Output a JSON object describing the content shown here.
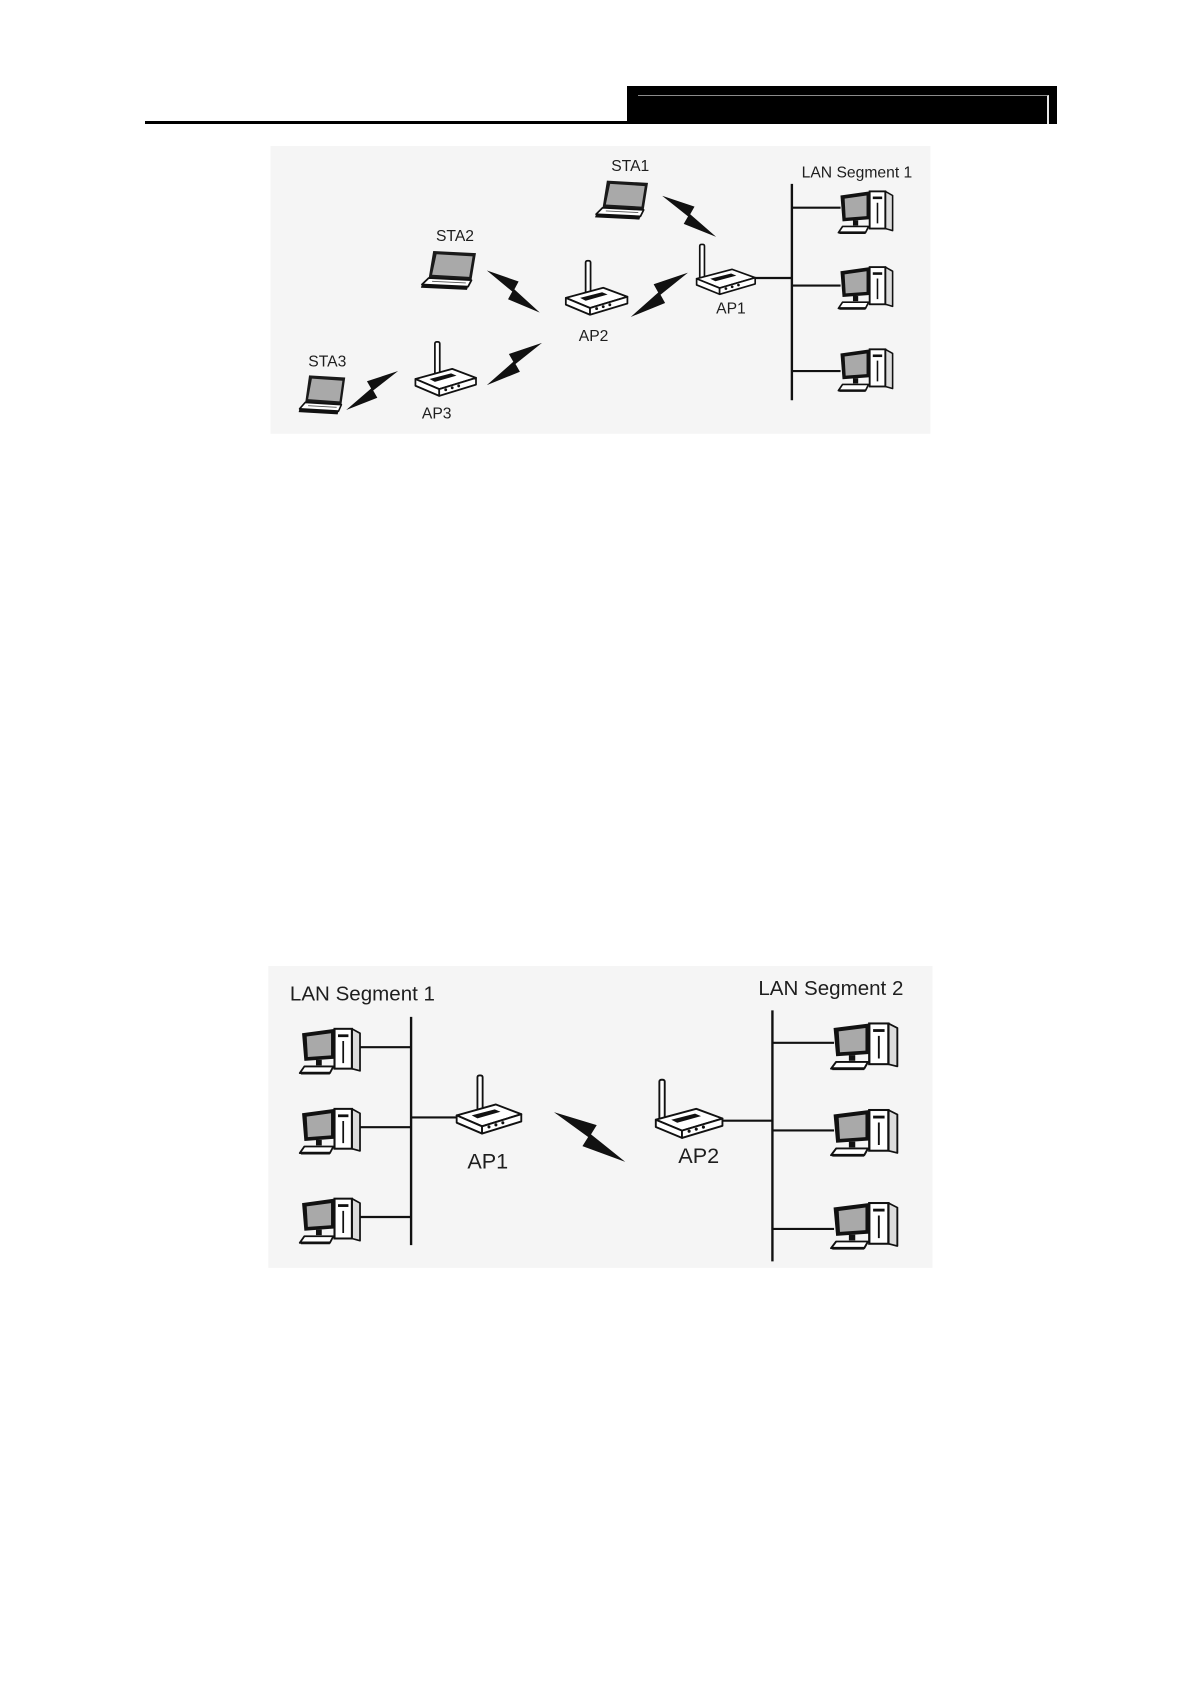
{
  "icons": {
    "station": "laptop-icon",
    "access_point": "wireless-router-icon",
    "lan_host": "desktop-pc-icon",
    "wireless_link": "lightning-bolt-icon"
  },
  "diagram_top": {
    "lan_segment_label": "LAN Segment 1",
    "stations": [
      {
        "label": "STA1"
      },
      {
        "label": "STA2"
      },
      {
        "label": "STA3"
      }
    ],
    "access_points": [
      {
        "label": "AP1"
      },
      {
        "label": "AP2"
      },
      {
        "label": "AP3"
      }
    ]
  },
  "diagram_bottom": {
    "lan_segments": [
      {
        "label": "LAN Segment 1"
      },
      {
        "label": "LAN Segment 2"
      }
    ],
    "access_points": [
      {
        "label": "AP1"
      },
      {
        "label": "AP2"
      }
    ]
  }
}
